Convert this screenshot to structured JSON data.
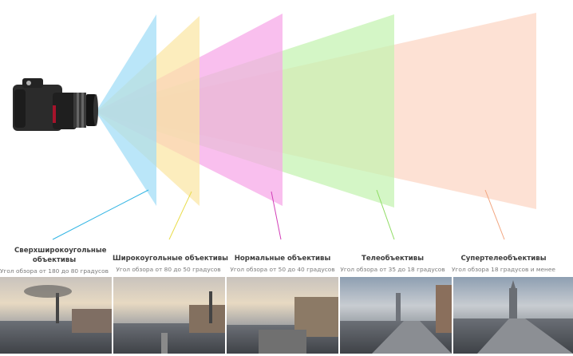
{
  "lens_types": [
    {
      "name": "Сверхширокоугольные объективы",
      "angle": "Угол обзора от 180 до 80 градусов",
      "color": "#9fdcf7",
      "line_color": "#34b6e4"
    },
    {
      "name": "Широкоугольные объективы",
      "angle": "Угол обзора от 80 до 50 градусов",
      "color": "#fbe6a3",
      "line_color": "#e9dc4a"
    },
    {
      "name": "Нормальные объективы",
      "angle": "Угол обзора от 50 до 40 градусов",
      "color": "#f7a6e8",
      "line_color": "#d23fb8"
    },
    {
      "name": "Телеобъективы",
      "angle": "Угол обзора от 35 до 18 градусов",
      "color": "#c4f3b0",
      "line_color": "#8fdc63"
    },
    {
      "name": "Супертелеобъективы",
      "angle": "Угол обзора 18 градусов и менее",
      "color": "#fcd5c3",
      "line_color": "#f2a57f"
    }
  ]
}
